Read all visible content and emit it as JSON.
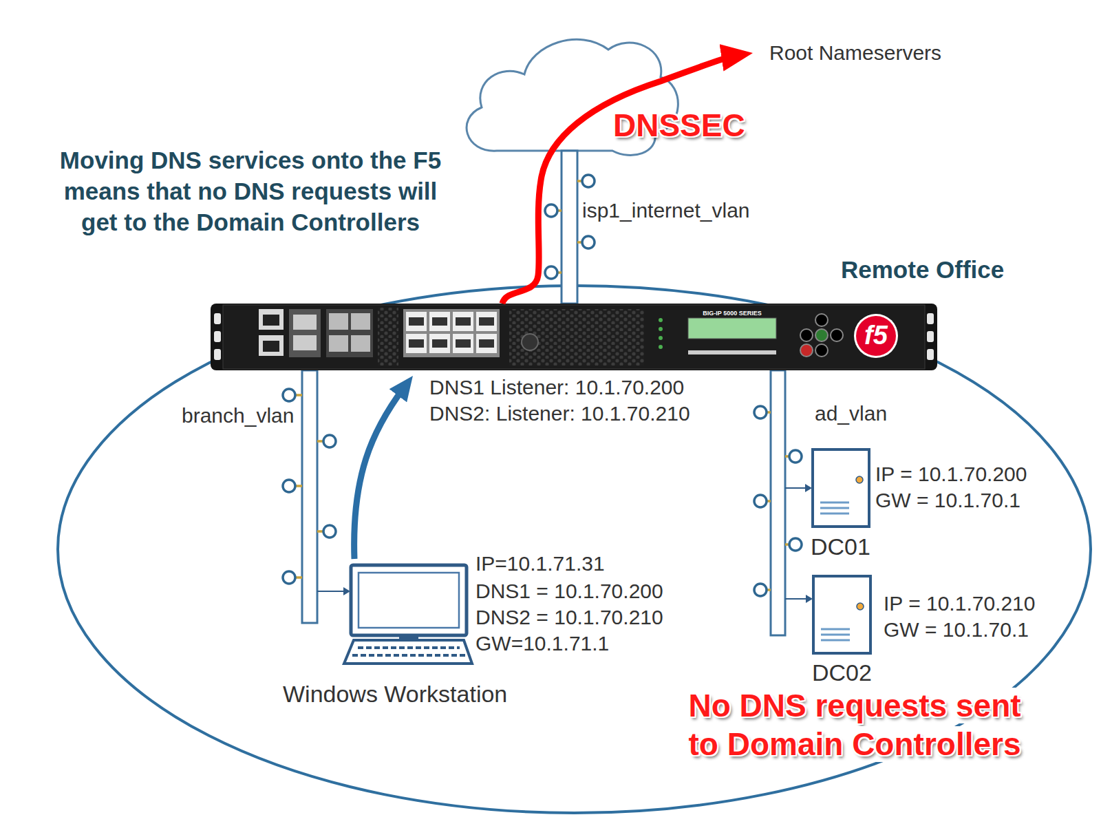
{
  "diagram": {
    "nodes": [
      {
        "text": [
          "Root Nameservers"
        ]
      },
      {
        "text": [
          "Remote Office"
        ]
      },
      {
        "text": [
          "DNS1 Listener: 10.1.70.200",
          "DNS2: Listener: 10.1.70.210"
        ],
        "in": 1
      },
      {
        "text": [
          "Windows Workstation",
          "IP=10.1.71.31",
          "DNS1 = 10.1.70.200",
          "DNS2 = 10.1.70.210",
          "GW=10.1.71.1"
        ],
        "in": 1
      },
      {
        "text": [
          "DC01",
          "IP = 10.1.70.200",
          "GW = 10.1.70.1"
        ],
        "in": 1
      },
      {
        "text": [
          "DC02",
          "IP = 10.1.70.210",
          "GW = 10.1.70.1"
        ],
        "in": 1
      }
    ],
    "edges": [
      {
        "from": 2,
        "to": 0,
        "arrow": "to",
        "label": "DNSSEC"
      },
      {
        "from": 3,
        "to": 2,
        "arrow": "to"
      }
    ],
    "labels": [
      "Moving DNS services onto the F5 means that no DNS requests will get to the Domain Controllers",
      "isp1_internet_vlan",
      "branch_vlan",
      "ad_vlan",
      "BIG-IP 5000 SERIES",
      "f5",
      "No DNS requests sent to Domain Controllers"
    ]
  }
}
